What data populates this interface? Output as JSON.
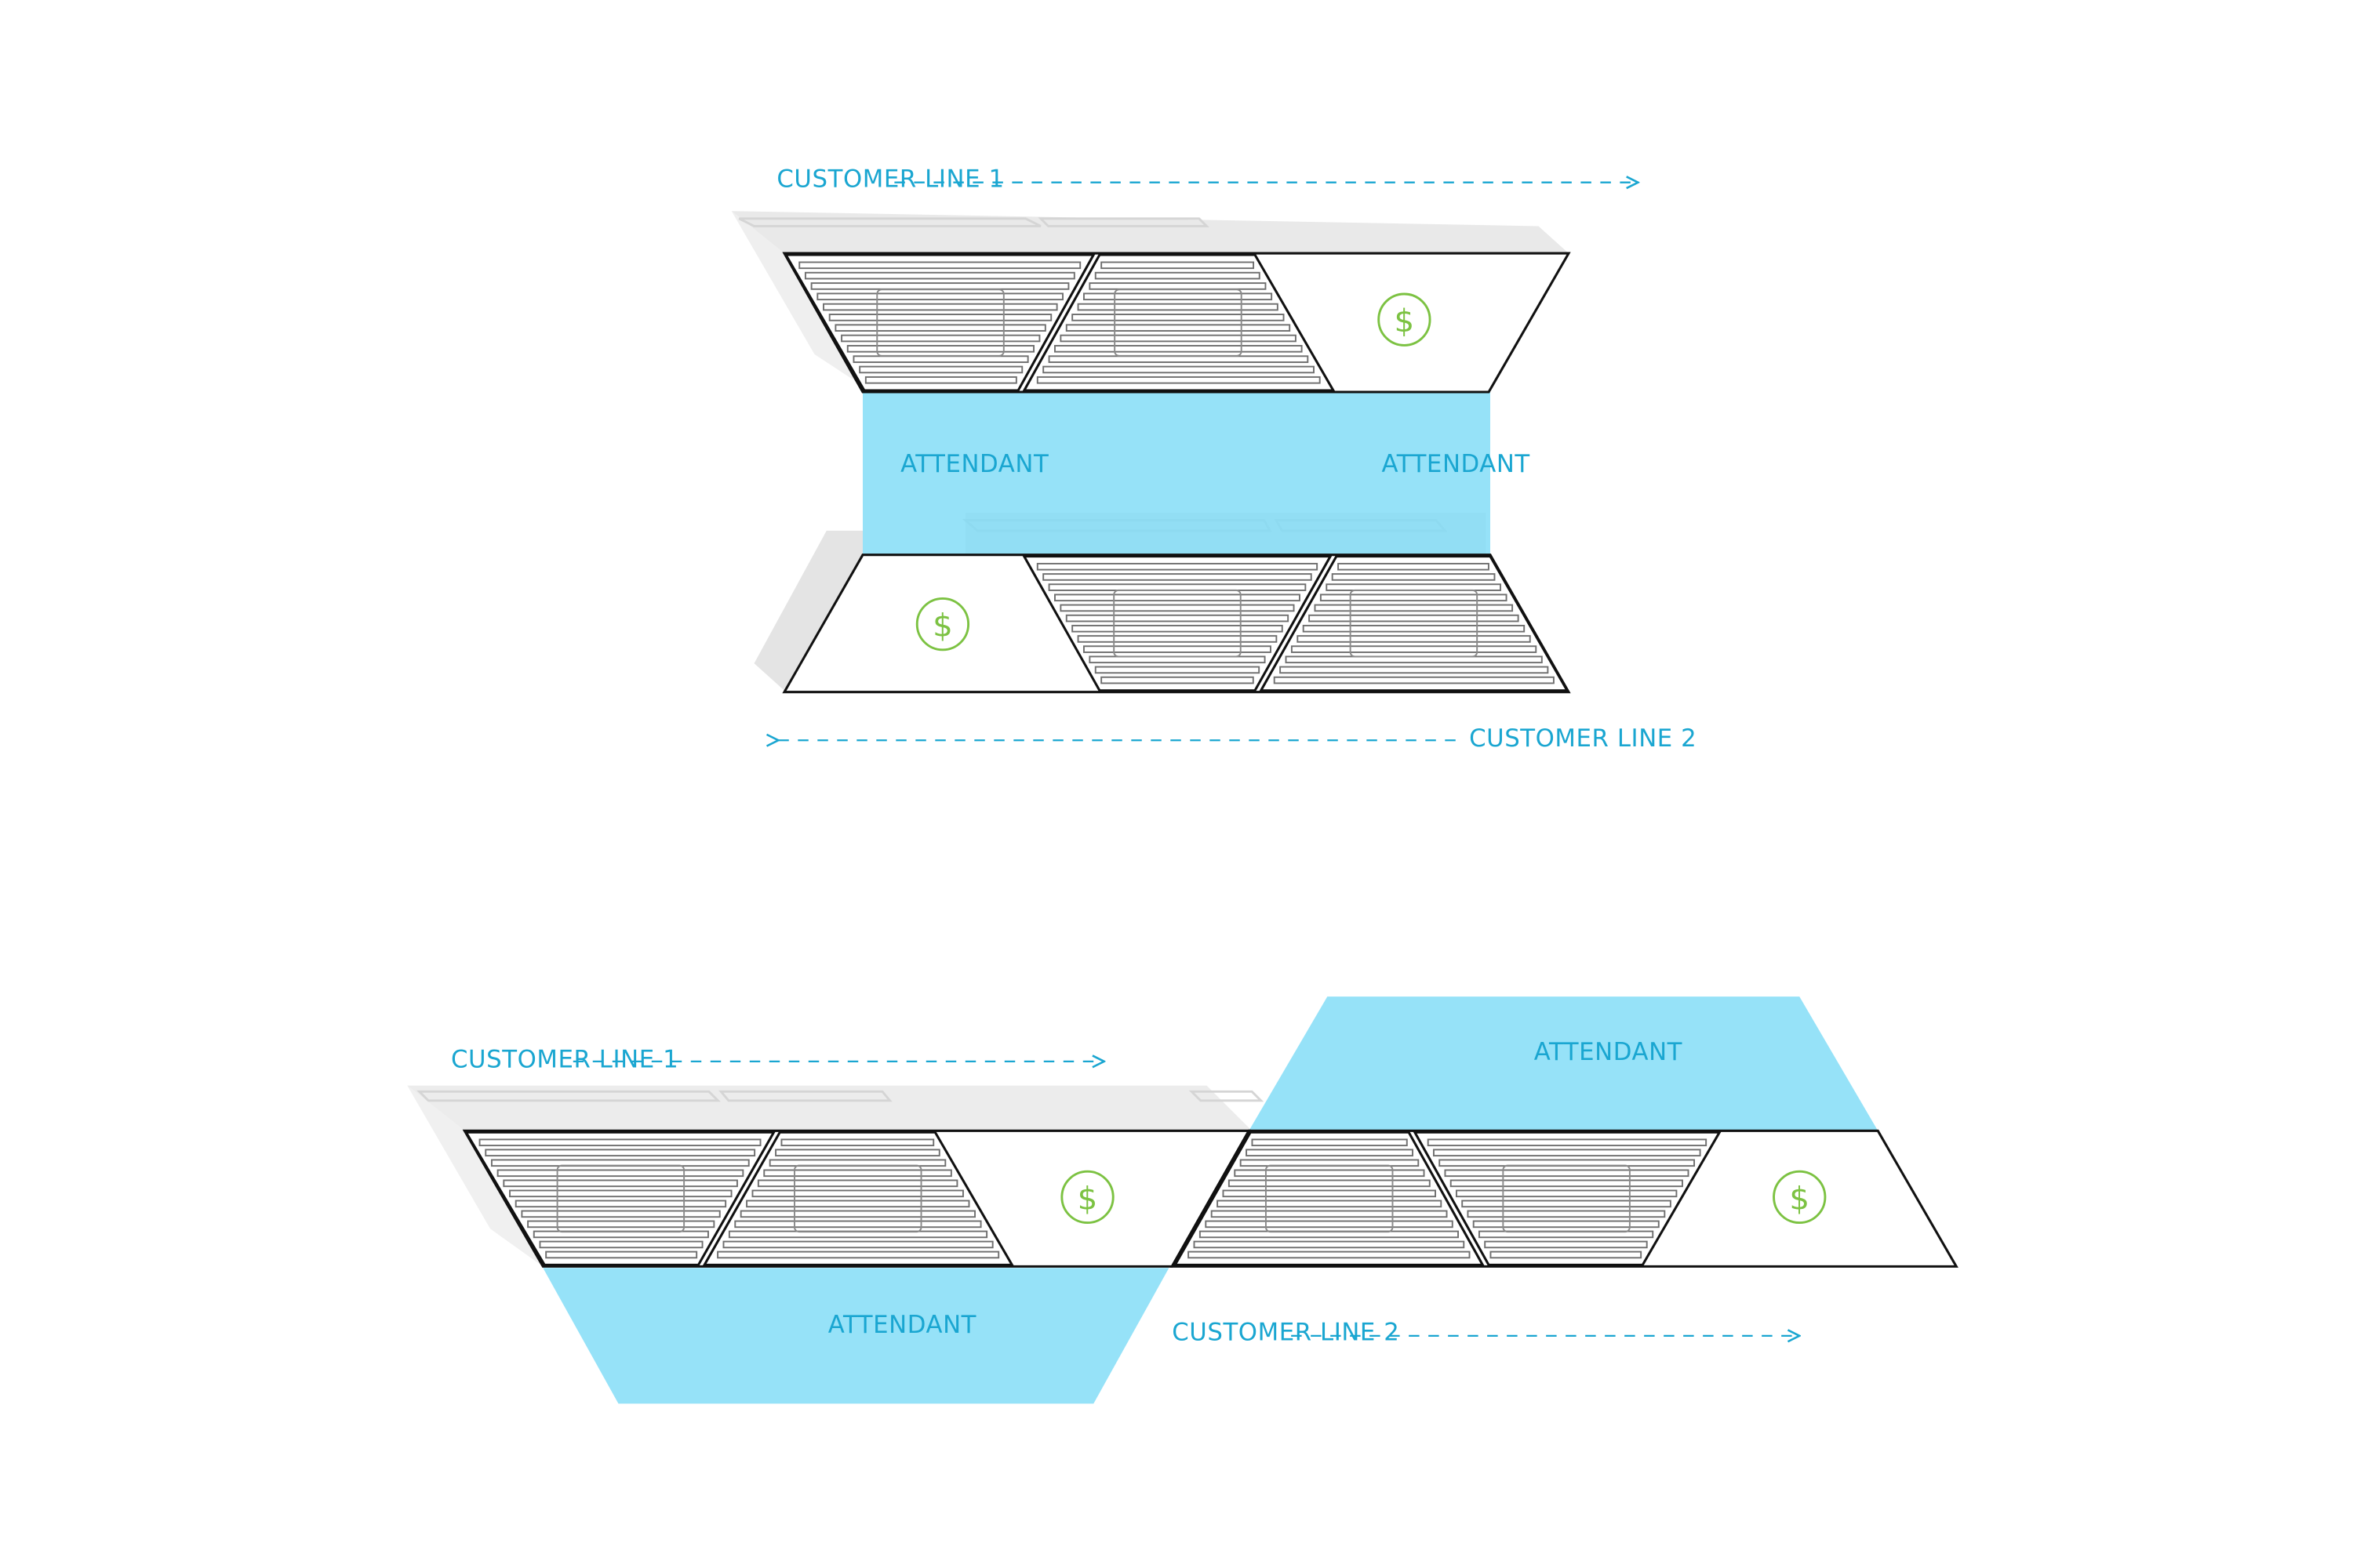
{
  "colors": {
    "attendant_fill": "#7fdcf6",
    "label": "#1aa6d1",
    "line": "#111111",
    "dollar": "#7cc242",
    "shadow": "#d9d9d9",
    "slat": "#6f6f6f",
    "background": "#ffffff"
  },
  "labels": {
    "customer_line_1": "CUSTOMER LINE 1",
    "customer_line_2": "CUSTOMER LINE 2",
    "attendant": "ATTENDANT",
    "dollar": "$"
  },
  "icons": {
    "payment": "dollar-circle-icon",
    "direction": "dashed-arrow-icon",
    "slatted_screen": "slatted-panel-icon"
  },
  "diagrams": [
    {
      "id": "layout-a",
      "description_label": "",
      "customer_line_1_direction": "right",
      "customer_line_2_direction": "left",
      "attendant_zones": 2
    },
    {
      "id": "layout-b",
      "description_label": "",
      "customer_line_1_direction": "right",
      "customer_line_2_direction": "right",
      "attendant_zones": 2
    }
  ]
}
